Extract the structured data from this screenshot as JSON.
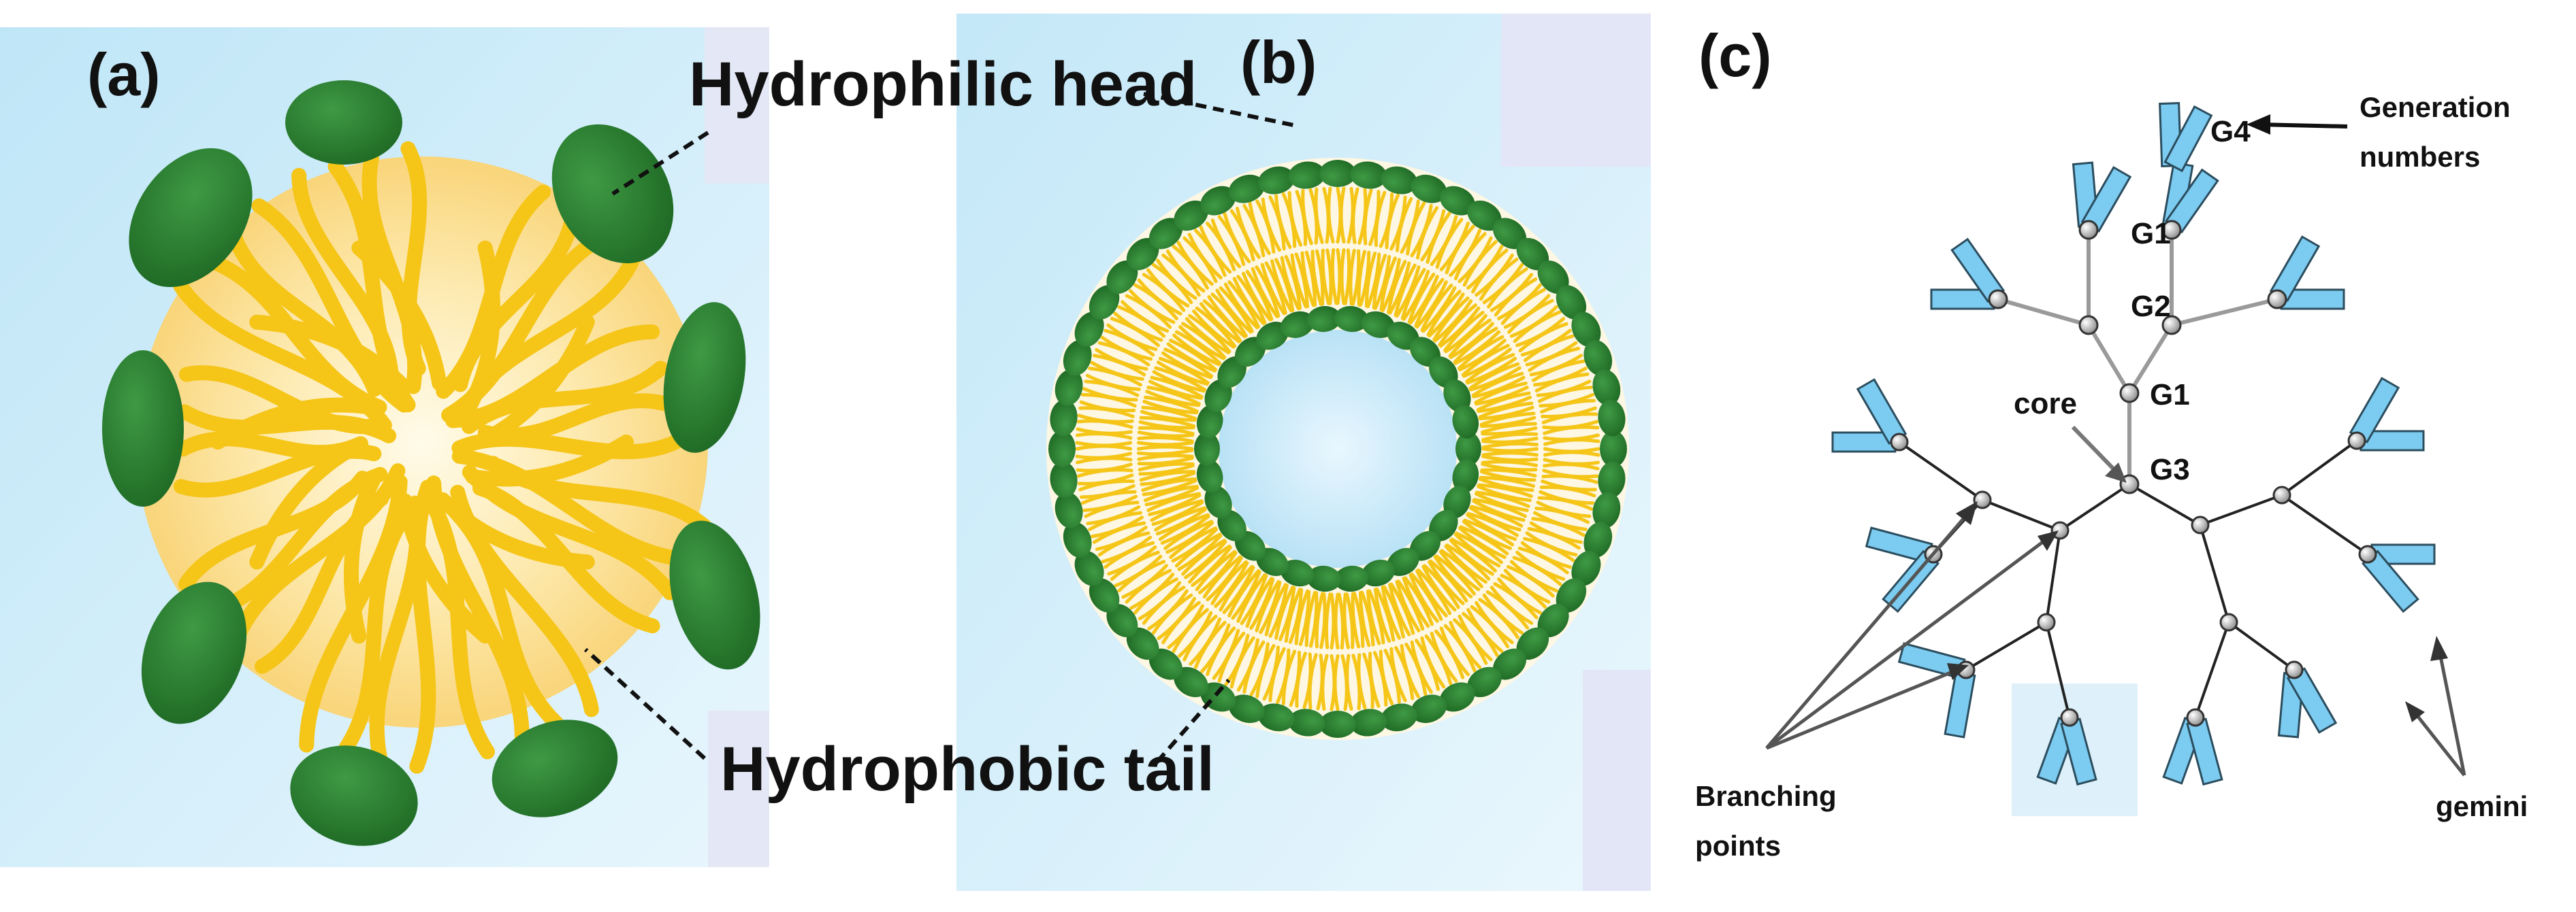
{
  "panels": {
    "a": {
      "letter": "(a)"
    },
    "b": {
      "letter": "(b)"
    },
    "c": {
      "letter": "(c)"
    }
  },
  "callouts": {
    "head": "Hydrophilic head",
    "tail": "Hydrophobic tail"
  },
  "dendrimer": {
    "core": "core",
    "g1_top": "G1",
    "g2": "G2",
    "g1_mid": "G1",
    "g3": "G3",
    "g4": "G4",
    "generation_line1": "Generation",
    "generation_line2": "numbers",
    "branching_line1": "Branching",
    "branching_line2": "points",
    "gemini": "gemini"
  },
  "colors": {
    "head_green": "#2e7d32",
    "tail_yellow": "#f5c518",
    "core_glow": "#fde7a0",
    "water_blue": "#d4effa",
    "rod_blue": "#7ccbf0"
  }
}
